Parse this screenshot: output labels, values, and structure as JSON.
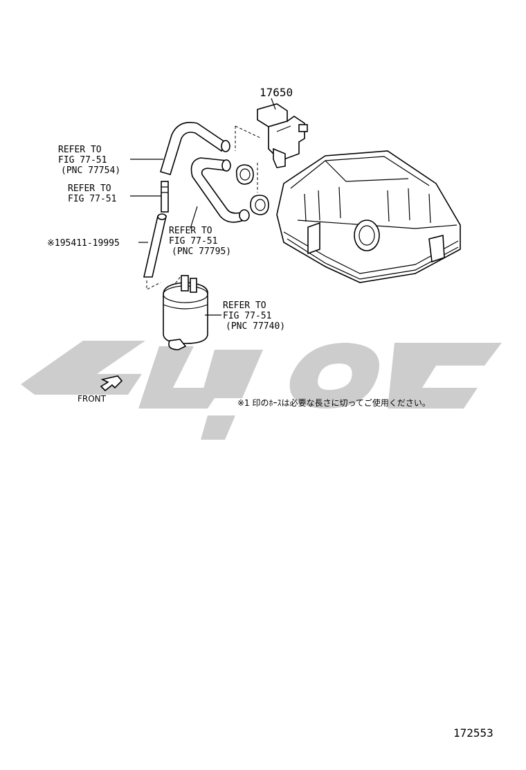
{
  "parts": {
    "main_part_number": "17650",
    "diagram_id": "172553"
  },
  "callouts": {
    "hose_upper": [
      "REFER TO",
      "FIG 77-51",
      "(PNC 77754)"
    ],
    "hose_joint": [
      "REFER TO",
      "FIG 77-51"
    ],
    "hose_part": "※195411-19995",
    "hose_middle": [
      "REFER TO",
      "FIG 77-51",
      "(PNC 77795)"
    ],
    "canister": [
      "REFER TO",
      "FIG 77-51",
      "(PNC 77740)"
    ]
  },
  "orientation": {
    "front_label": "FRONT"
  },
  "note": "※1 印のﾎｰｽは必要な長さに切ってご使用ください。",
  "colors": {
    "line": "#000000",
    "watermark": "#c8c8c8"
  }
}
